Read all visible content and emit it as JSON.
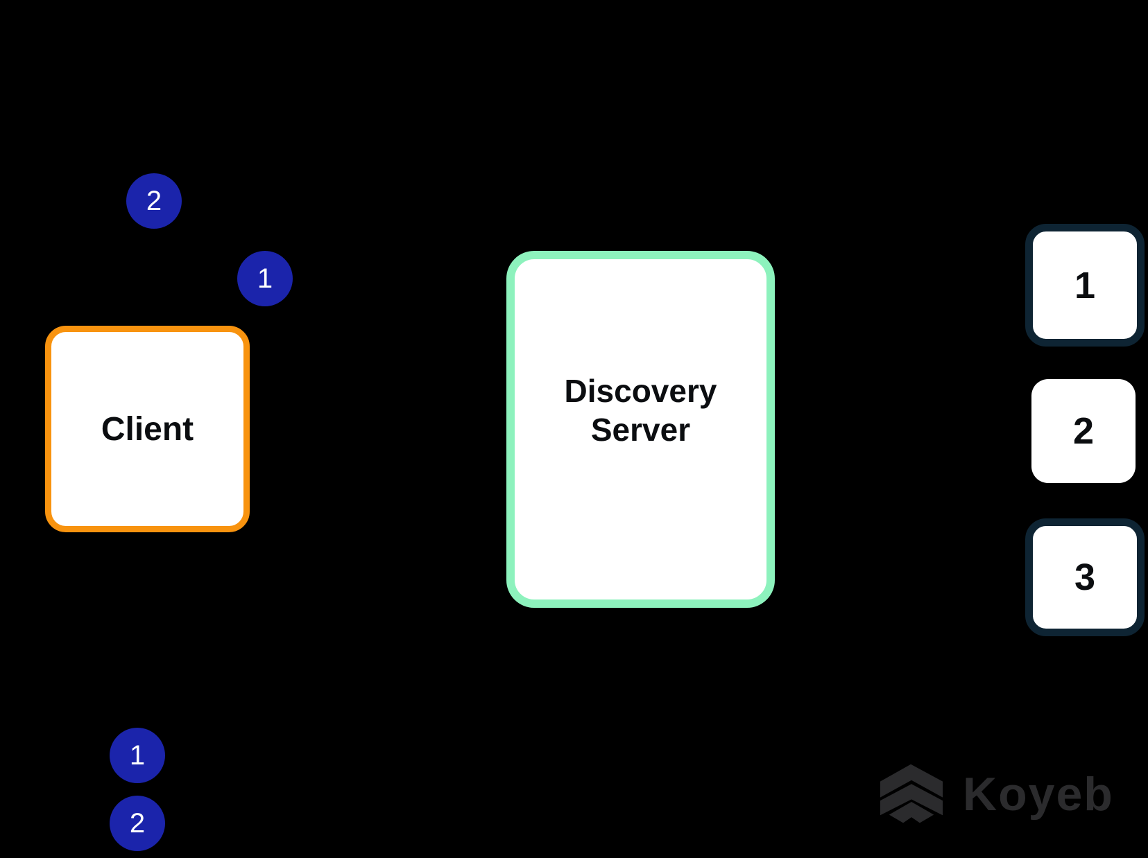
{
  "diagram": {
    "client": {
      "label": "Client"
    },
    "discovery_server": {
      "label": "Discovery Server"
    },
    "instances": [
      {
        "label": "1",
        "bordered": true
      },
      {
        "label": "2",
        "bordered": false
      },
      {
        "label": "3",
        "bordered": true
      }
    ],
    "steps_top": [
      {
        "label": "2"
      },
      {
        "label": "1"
      }
    ],
    "steps_bottom": [
      {
        "label": "1"
      },
      {
        "label": "2"
      }
    ]
  },
  "brand": {
    "wordmark": "Koyeb"
  },
  "colors": {
    "bg": "#000000",
    "badge": "#1B24AB",
    "badge-text": "#FFFFFF",
    "client-border": "#F8930F",
    "server-border": "#8DF2BD",
    "instance-border": "#0E2433",
    "node-fill": "#FFFFFF",
    "label-text": "#0B0D10",
    "brand": "#2B2B2D"
  }
}
